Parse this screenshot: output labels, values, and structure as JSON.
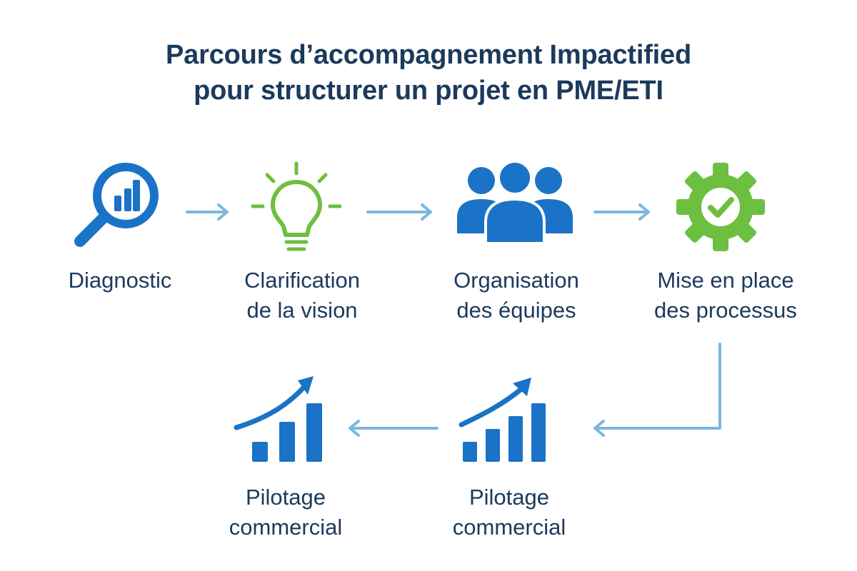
{
  "title": {
    "line1": "Parcours d’accompagnement Impactified",
    "line2": "pour structurer un projet en PME/ETI"
  },
  "colors": {
    "blue": "#1a73c6",
    "green": "#6cbf3f",
    "arrow": "#7bb7e0",
    "text": "#1b3a5c"
  },
  "steps": [
    {
      "icon": "magnifier-chart-icon",
      "line1": "Diagnostic",
      "line2": ""
    },
    {
      "icon": "lightbulb-icon",
      "line1": "Clarification",
      "line2": "de la vision"
    },
    {
      "icon": "team-icon",
      "line1": "Organisation",
      "line2": "des équipes"
    },
    {
      "icon": "gear-check-icon",
      "line1": "Mise en place",
      "line2": "des processus"
    },
    {
      "icon": "growth-chart-icon",
      "line1": "Pilotage",
      "line2": "commercial"
    },
    {
      "icon": "growth-chart-icon",
      "line1": "Pilotage",
      "line2": "commercial"
    }
  ]
}
